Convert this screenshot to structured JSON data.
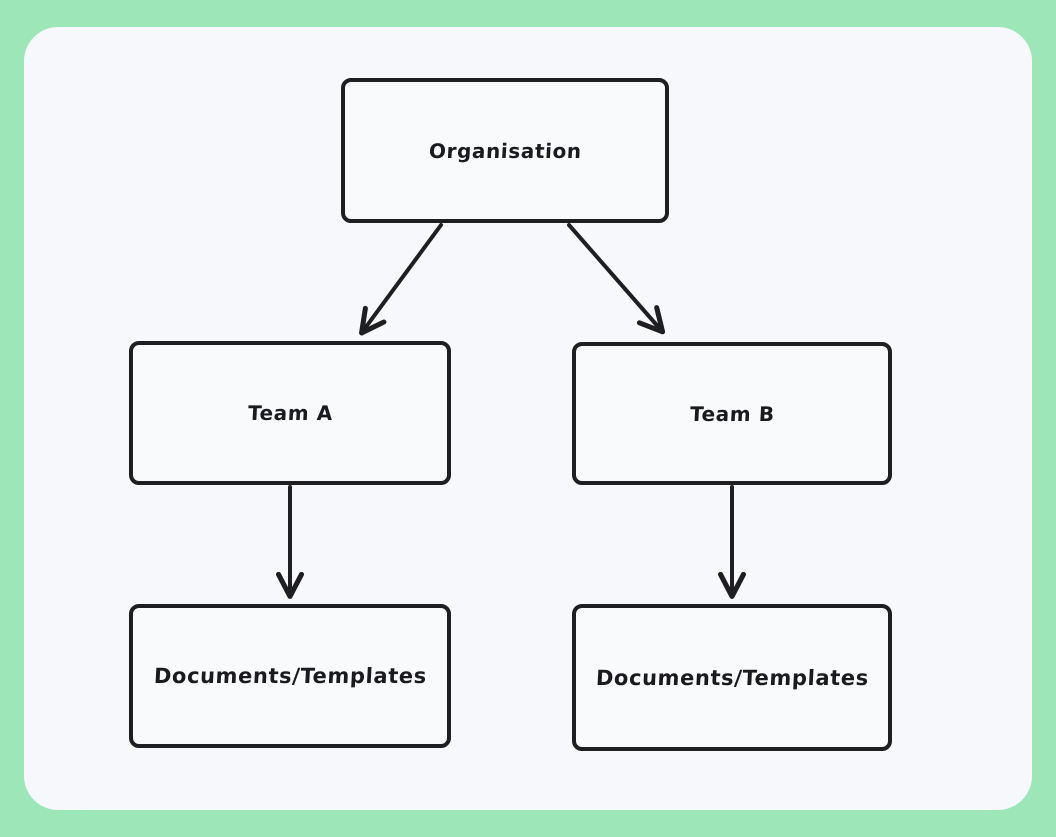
{
  "page": {
    "background_color": "#9ce6b7",
    "canvas_color": "#f7f8fb",
    "stroke_color": "#1f1f22",
    "text_color": "#1b1b1f"
  },
  "diagram": {
    "type": "org-hierarchy-flowchart",
    "nodes": [
      {
        "id": "organisation",
        "label": "Organisation"
      },
      {
        "id": "team_a",
        "label": "Team A"
      },
      {
        "id": "team_b",
        "label": "Team B"
      },
      {
        "id": "docs_a",
        "label": "Documents/Templates"
      },
      {
        "id": "docs_b",
        "label": "Documents/Templates"
      }
    ],
    "edges": [
      {
        "from": "organisation",
        "to": "team_a",
        "style": "diagonal-arrow"
      },
      {
        "from": "organisation",
        "to": "team_b",
        "style": "diagonal-arrow"
      },
      {
        "from": "team_a",
        "to": "docs_a",
        "style": "vertical-arrow"
      },
      {
        "from": "team_b",
        "to": "docs_b",
        "style": "vertical-arrow"
      }
    ]
  }
}
